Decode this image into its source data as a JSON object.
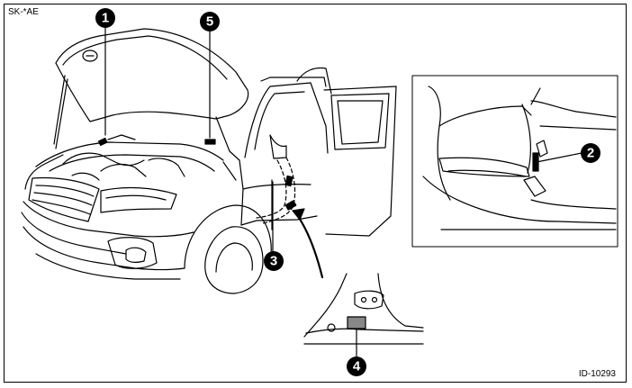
{
  "corner_code": "SK-*AE",
  "figure_id": "ID-10293",
  "callouts": [
    {
      "key": "c1",
      "label": "1"
    },
    {
      "key": "c2",
      "label": "2"
    },
    {
      "key": "c3",
      "label": "3"
    },
    {
      "key": "c4",
      "label": "4"
    },
    {
      "key": "c5",
      "label": "5"
    }
  ]
}
